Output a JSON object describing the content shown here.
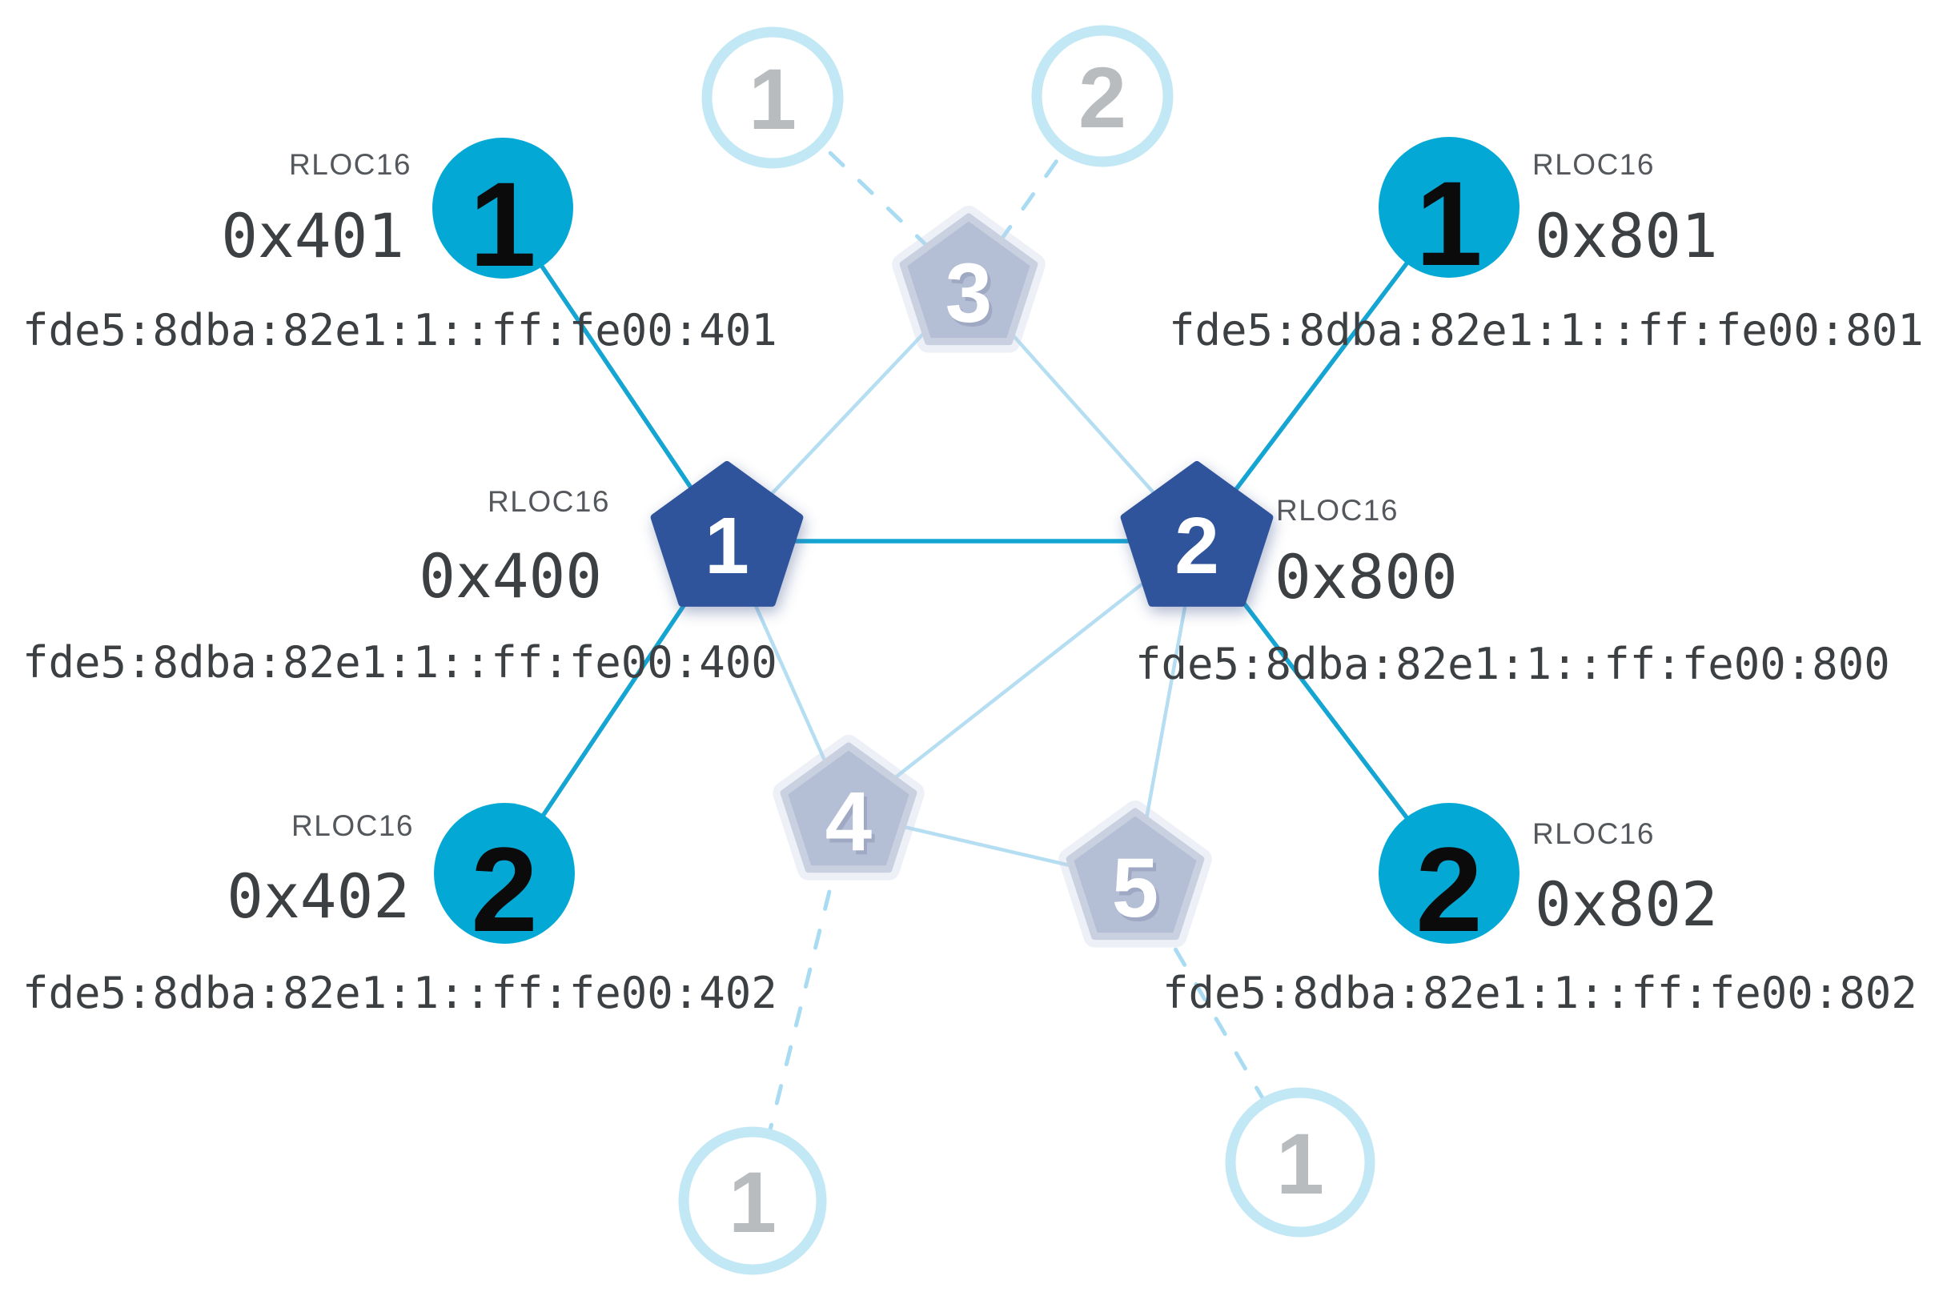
{
  "diagram": {
    "title": "thread-network-topology",
    "rloc_label": "RLOC16",
    "colors": {
      "router_active_fill": "#30549c",
      "router_faded_fill": "#b4bed5",
      "end_device_active_fill": "#04a8d5",
      "end_device_faded_ring": "#c2e8f5",
      "link_active": "#14a5d3",
      "link_router": "#b5def2",
      "link_faded_dashed": "#a9dcf2",
      "text_dark": "#3d4043",
      "text_label": "#54585c",
      "digit_faded": "#b9bcbe"
    },
    "routers": [
      {
        "num": "1",
        "state": "active",
        "rloc16": "0x400",
        "ipv6": "fde5:8dba:82e1:1::ff:fe00:400"
      },
      {
        "num": "2",
        "state": "active",
        "rloc16": "0x800",
        "ipv6": "fde5:8dba:82e1:1::ff:fe00:800"
      },
      {
        "num": "3",
        "state": "faded"
      },
      {
        "num": "4",
        "state": "faded"
      },
      {
        "num": "5",
        "state": "faded"
      }
    ],
    "end_devices": [
      {
        "num": "1",
        "state": "active",
        "parent_router": "1",
        "rloc16": "0x401",
        "ipv6": "fde5:8dba:82e1:1::ff:fe00:401"
      },
      {
        "num": "2",
        "state": "active",
        "parent_router": "1",
        "rloc16": "0x402",
        "ipv6": "fde5:8dba:82e1:1::ff:fe00:402"
      },
      {
        "num": "1",
        "state": "active",
        "parent_router": "2",
        "rloc16": "0x801",
        "ipv6": "fde5:8dba:82e1:1::ff:fe00:801"
      },
      {
        "num": "2",
        "state": "active",
        "parent_router": "2",
        "rloc16": "0x802",
        "ipv6": "fde5:8dba:82e1:1::ff:fe00:802"
      },
      {
        "num": "1",
        "state": "faded",
        "position": "top-left"
      },
      {
        "num": "2",
        "state": "faded",
        "position": "top-right"
      },
      {
        "num": "1",
        "state": "faded",
        "position": "bottom-left"
      },
      {
        "num": "1",
        "state": "faded",
        "position": "bottom-right"
      }
    ]
  }
}
